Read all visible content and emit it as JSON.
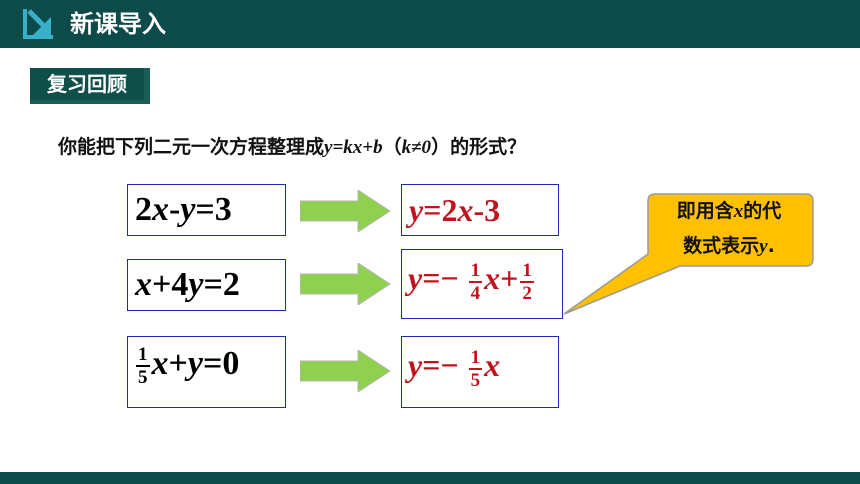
{
  "header": {
    "title": "新课导入"
  },
  "badge": {
    "label": "复习回顾"
  },
  "question": {
    "prefix": "你能把下列二元一次方程整理成",
    "formula": "y=kx+b",
    "condition_open": "（",
    "condition": "k≠0",
    "condition_close": "）",
    "suffix": "的形式？"
  },
  "equations": [
    {
      "left": "2x-y=3",
      "answer": "y=2x-3"
    },
    {
      "left": "x+4y=2",
      "answer": "y=− 1/4x+1/2"
    },
    {
      "left": "1/5x+y=0",
      "answer": "y=− 1/5x"
    }
  ],
  "fractions": {
    "one": "1",
    "four": "4",
    "two": "2",
    "five": "5"
  },
  "callout": {
    "line1_a": "即用含",
    "line1_var": "x",
    "line1_b": "的代",
    "line2_a": "数式表示",
    "line2_var": "y",
    "line2_b": "."
  },
  "colors": {
    "header_bg": "#0d4a4a",
    "answer_red": "#c0141c",
    "box_border": "#1f2bb5",
    "arrow_green": "#8fd14f",
    "callout_yellow": "#ffc000"
  }
}
